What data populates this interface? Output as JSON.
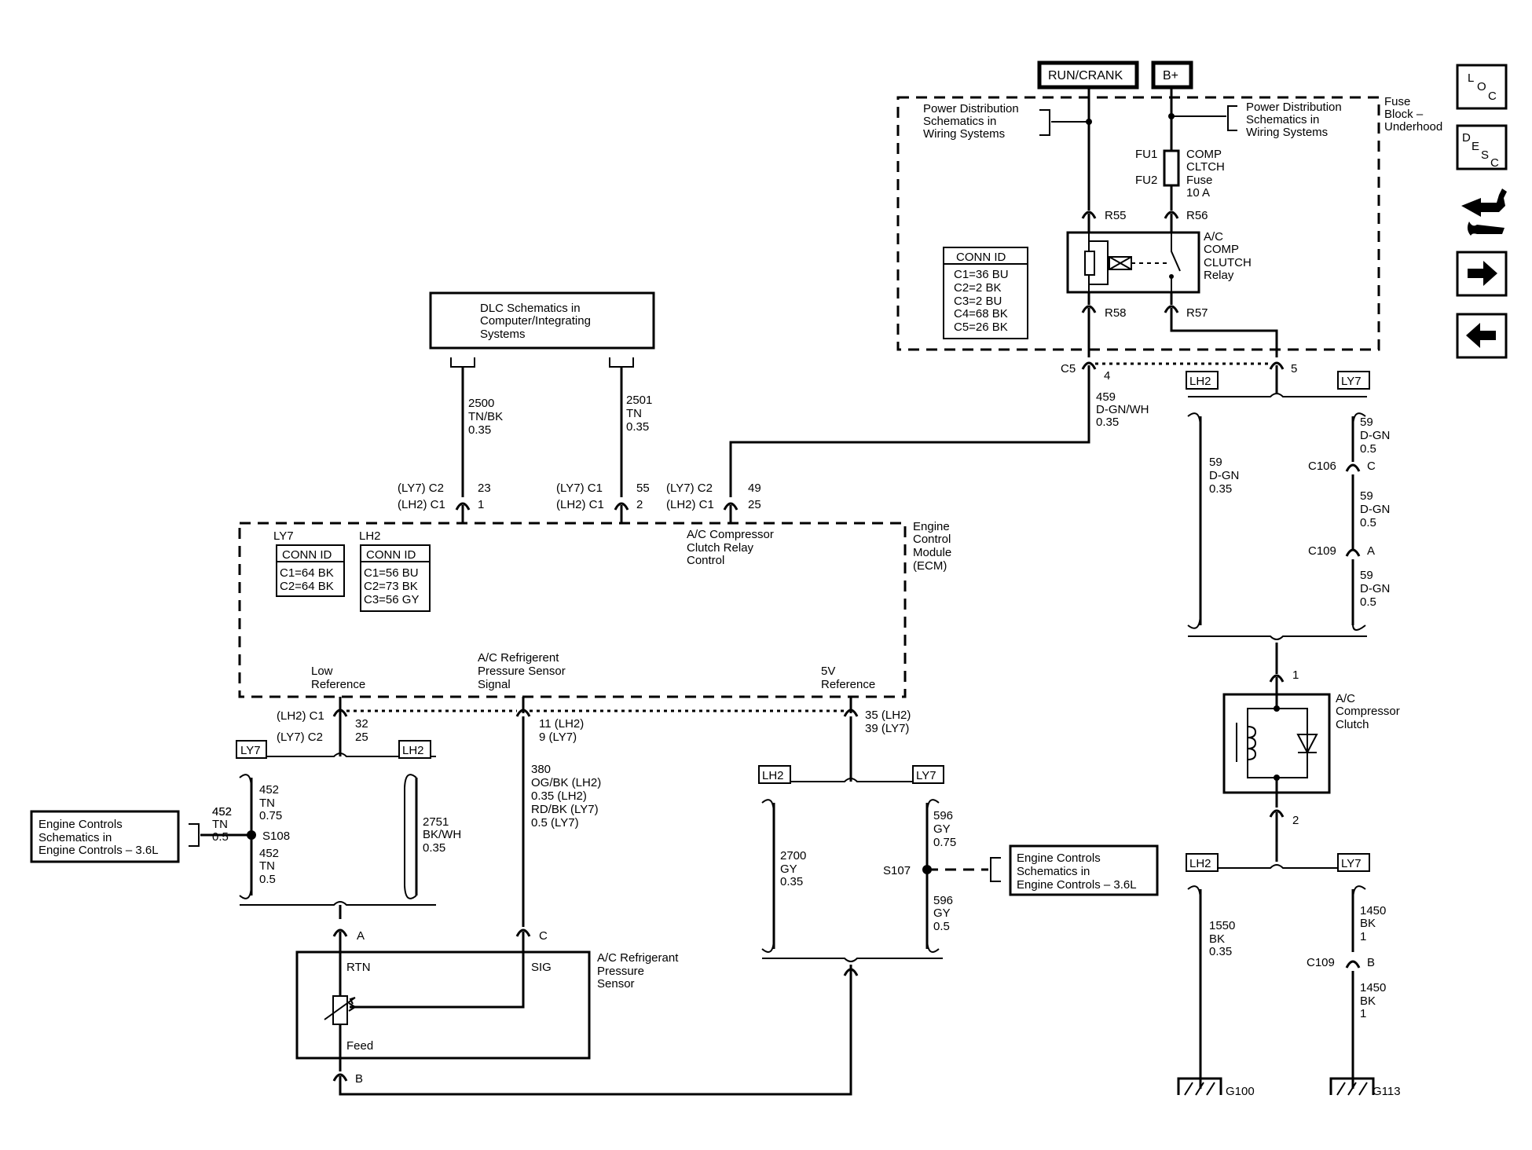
{
  "power": {
    "run_crank": "RUN/CRANK",
    "b_plus": "B+",
    "pd_left": [
      "Power Distribution",
      "Schematics in",
      "Wiring Systems"
    ],
    "pd_right": [
      "Power Distribution",
      "Schematics in",
      "Wiring Systems"
    ],
    "fuse_block": [
      "Fuse",
      "Block –",
      "Underhood"
    ],
    "fu1": "FU1",
    "fu2": "FU2",
    "fuse_label": [
      "COMP",
      "CLTCH",
      "Fuse",
      "10 A"
    ],
    "r55": "R55",
    "r56": "R56",
    "r58": "R58",
    "r57": "R57",
    "relay_label": [
      "A/C",
      "COMP",
      "CLUTCH",
      "Relay"
    ],
    "conn_id_title": "CONN ID",
    "conn_id": [
      "C1=36 BU",
      "C2=2 BK",
      "C3=2 BU",
      "C4=68 BK",
      "C5=26 BK"
    ],
    "c5": "C5",
    "c5_pin4": "4",
    "c5_pin5": "5"
  },
  "dlc": {
    "box": [
      "DLC Schematics in",
      "Computer/Integrating",
      "Systems"
    ],
    "wire_2500": [
      "2500",
      "TN/BK",
      "0.35"
    ],
    "wire_2501": [
      "2501",
      "TN",
      "0.35"
    ],
    "wire_459": [
      "459",
      "D-GN/WH",
      "0.35"
    ]
  },
  "ecm": {
    "label": [
      "Engine",
      "Control",
      "Module",
      "(ECM)"
    ],
    "pin_2500_a": "(LY7) C2",
    "pin_2500_b": "(LH2) C1",
    "pin_2500_n1": "23",
    "pin_2500_n2": "1",
    "pin_2501_a": "(LY7) C1",
    "pin_2501_b": "(LH2) C1",
    "pin_2501_n1": "55",
    "pin_2501_n2": "2",
    "pin_459_a": "(LY7) C2",
    "pin_459_b": "(LH2) C1",
    "pin_459_n1": "49",
    "pin_459_n2": "25",
    "relay_ctrl": [
      "A/C Compressor",
      "Clutch Relay",
      "Control"
    ],
    "ly7": "LY7",
    "lh2": "LH2",
    "conn_title": "CONN ID",
    "ly7_conn": [
      "C1=64 BK",
      "C2=64 BK"
    ],
    "lh2_conn": [
      "C1=56 BU",
      "C2=73 BK",
      "C3=56 GY"
    ],
    "low_ref": [
      "Low",
      "Reference"
    ],
    "sig": [
      "A/C Refrigerent",
      "Pressure Sensor",
      "Signal"
    ],
    "ref5v": [
      "5V",
      "Reference"
    ],
    "pin_low_a": "(LH2) C1",
    "pin_low_b": "(LY7) C2",
    "pin_low_n1": "32",
    "pin_low_n2": "25",
    "pin_sig": [
      "11 (LH2)",
      "9 (LY7)"
    ],
    "pin_5v": [
      "35 (LH2)",
      "39 (LY7)"
    ]
  },
  "lowref": {
    "ly7": "LY7",
    "lh2": "LH2",
    "engine_box": [
      "Engine Controls",
      "Schematics in",
      "Engine Controls – 3.6L"
    ],
    "w452a_left": [
      "452",
      "TN",
      "0.5"
    ],
    "w452_top": [
      "452",
      "TN",
      "0.75"
    ],
    "s108": "S108",
    "w452_bot": [
      "452",
      "TN",
      "0.5"
    ],
    "w2751": [
      "2751",
      "BK/WH",
      "0.35"
    ]
  },
  "sig_wire": [
    "380",
    "OG/BK (LH2)",
    "0.35 (LH2)",
    "RD/BK (LY7)",
    "0.5 (LY7)"
  ],
  "sensor": {
    "pin_a": "A",
    "pin_c": "C",
    "pin_b": "B",
    "rtn": "RTN",
    "sig": "SIG",
    "feed": "Feed",
    "label": [
      "A/C Refrigerant",
      "Pressure",
      "Sensor"
    ]
  },
  "ref5": {
    "lh2": "LH2",
    "ly7": "LY7",
    "w2700": [
      "2700",
      "GY",
      "0.35"
    ],
    "w596_top": [
      "596",
      "GY",
      "0.75"
    ],
    "s107": "S107",
    "w596_bot": [
      "596",
      "GY",
      "0.5"
    ],
    "engine_box": [
      "Engine Controls",
      "Schematics in",
      "Engine Controls – 3.6L"
    ]
  },
  "clutch": {
    "lh2": "LH2",
    "ly7": "LY7",
    "w59_lh2": [
      "59",
      "D-GN",
      "0.35"
    ],
    "w59_1": [
      "59",
      "D-GN",
      "0.5"
    ],
    "c106": "C106",
    "c106_pin": "C",
    "w59_2": [
      "59",
      "D-GN",
      "0.5"
    ],
    "c109": "C109",
    "c109_pin": "A",
    "w59_3": [
      "59",
      "D-GN",
      "0.5"
    ],
    "pin1": "1",
    "pin2": "2",
    "label": [
      "A/C",
      "Compressor",
      "Clutch"
    ]
  },
  "ground": {
    "lh2": "LH2",
    "ly7": "LY7",
    "w1550": [
      "1550",
      "BK",
      "0.35"
    ],
    "w1450_1": [
      "1450",
      "BK",
      "1"
    ],
    "c109": "C109",
    "c109_pin": "B",
    "w1450_2": [
      "1450",
      "BK",
      "1"
    ],
    "g100": "G100",
    "g113": "G113"
  },
  "nav": {
    "loc": [
      "L",
      "O",
      "C"
    ],
    "desc": [
      "D",
      "E",
      "S",
      "C"
    ]
  }
}
